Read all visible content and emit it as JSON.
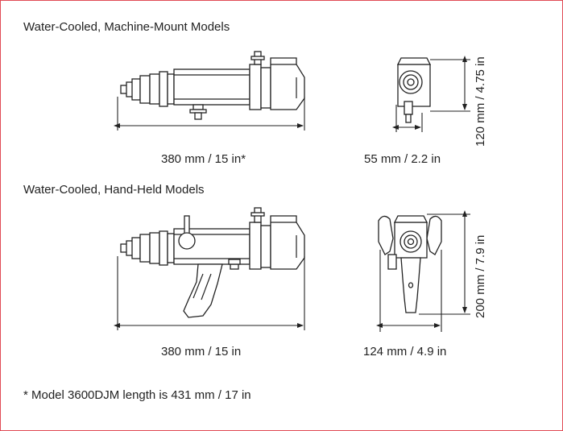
{
  "sections": {
    "machine_mount": {
      "title": "Water-Cooled, Machine-Mount Models",
      "length_label": "380 mm / 15 in*",
      "width_label": "55 mm / 2.2 in",
      "height_label": "120 mm / 4.75 in"
    },
    "hand_held": {
      "title": "Water-Cooled, Hand-Held Models",
      "length_label": "380 mm / 15 in",
      "width_label": "124 mm / 4.9 in",
      "height_label": "200 mm / 7.9 in"
    }
  },
  "footnote": "* Model 3600DJM length is 431 mm / 17 in",
  "colors": {
    "border": "#e14b55",
    "line": "#222222"
  }
}
